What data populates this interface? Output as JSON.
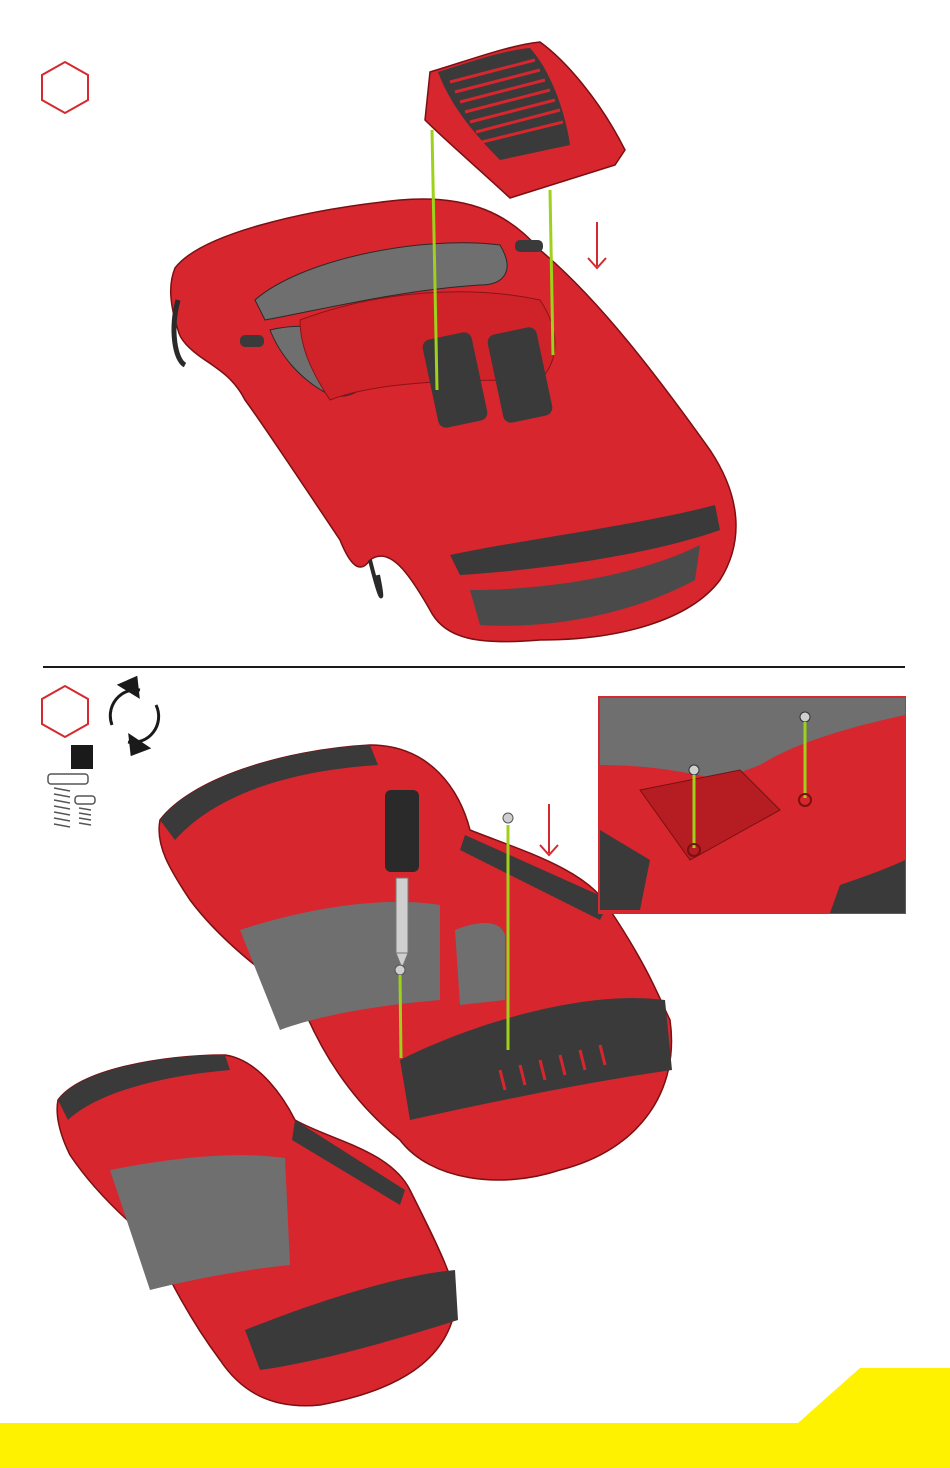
{
  "colors": {
    "accent": "#d42a2f",
    "body_red": "#d7262d",
    "dark_trim": "#3a3a3a",
    "glass": "#6f6f6f",
    "guide_line": "#9ed11a",
    "footer": "#fff200",
    "divider": "#1a1a1a"
  },
  "icons": {
    "step_badge": "hexagon-outline-icon",
    "rotate": "rotate-arrows-icon",
    "screw": "screw-icon",
    "down_arrow": "arrow-down-icon",
    "screwdriver": "screwdriver-icon"
  },
  "steps": [
    {
      "part": "roof-engine-cover",
      "direction": "down"
    },
    {
      "part": "underbody-screws",
      "direction": "down",
      "has_rotate": true,
      "fastener_icon": "screw-icon"
    }
  ]
}
